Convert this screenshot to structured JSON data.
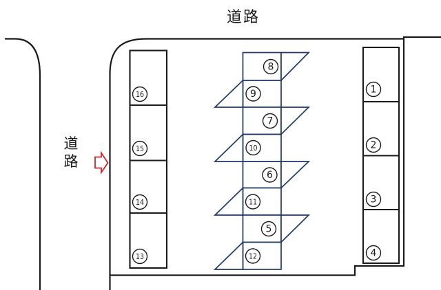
{
  "diagram": {
    "kind": "parking-lot-layout",
    "road_labels": {
      "top": "道路",
      "left_chars": [
        "道",
        "路"
      ]
    },
    "entrance": {
      "direction": "right"
    }
  },
  "colors": {
    "line": "#1a1a1a",
    "stall": "#1f3864",
    "entrance_arrow": "#c5272d"
  },
  "parking": {
    "right_column": {
      "spaces": [
        {
          "num": "1"
        },
        {
          "num": "2"
        },
        {
          "num": "3"
        },
        {
          "num": "4"
        }
      ]
    },
    "middle_column": {
      "spaces": [
        {
          "num": "8"
        },
        {
          "num": "9"
        },
        {
          "num": "7"
        },
        {
          "num": "10"
        },
        {
          "num": "6"
        },
        {
          "num": "11"
        },
        {
          "num": "5"
        },
        {
          "num": "12"
        }
      ]
    },
    "left_column": {
      "spaces": [
        {
          "num": "16"
        },
        {
          "num": "15"
        },
        {
          "num": "14"
        },
        {
          "num": "13"
        }
      ]
    }
  }
}
